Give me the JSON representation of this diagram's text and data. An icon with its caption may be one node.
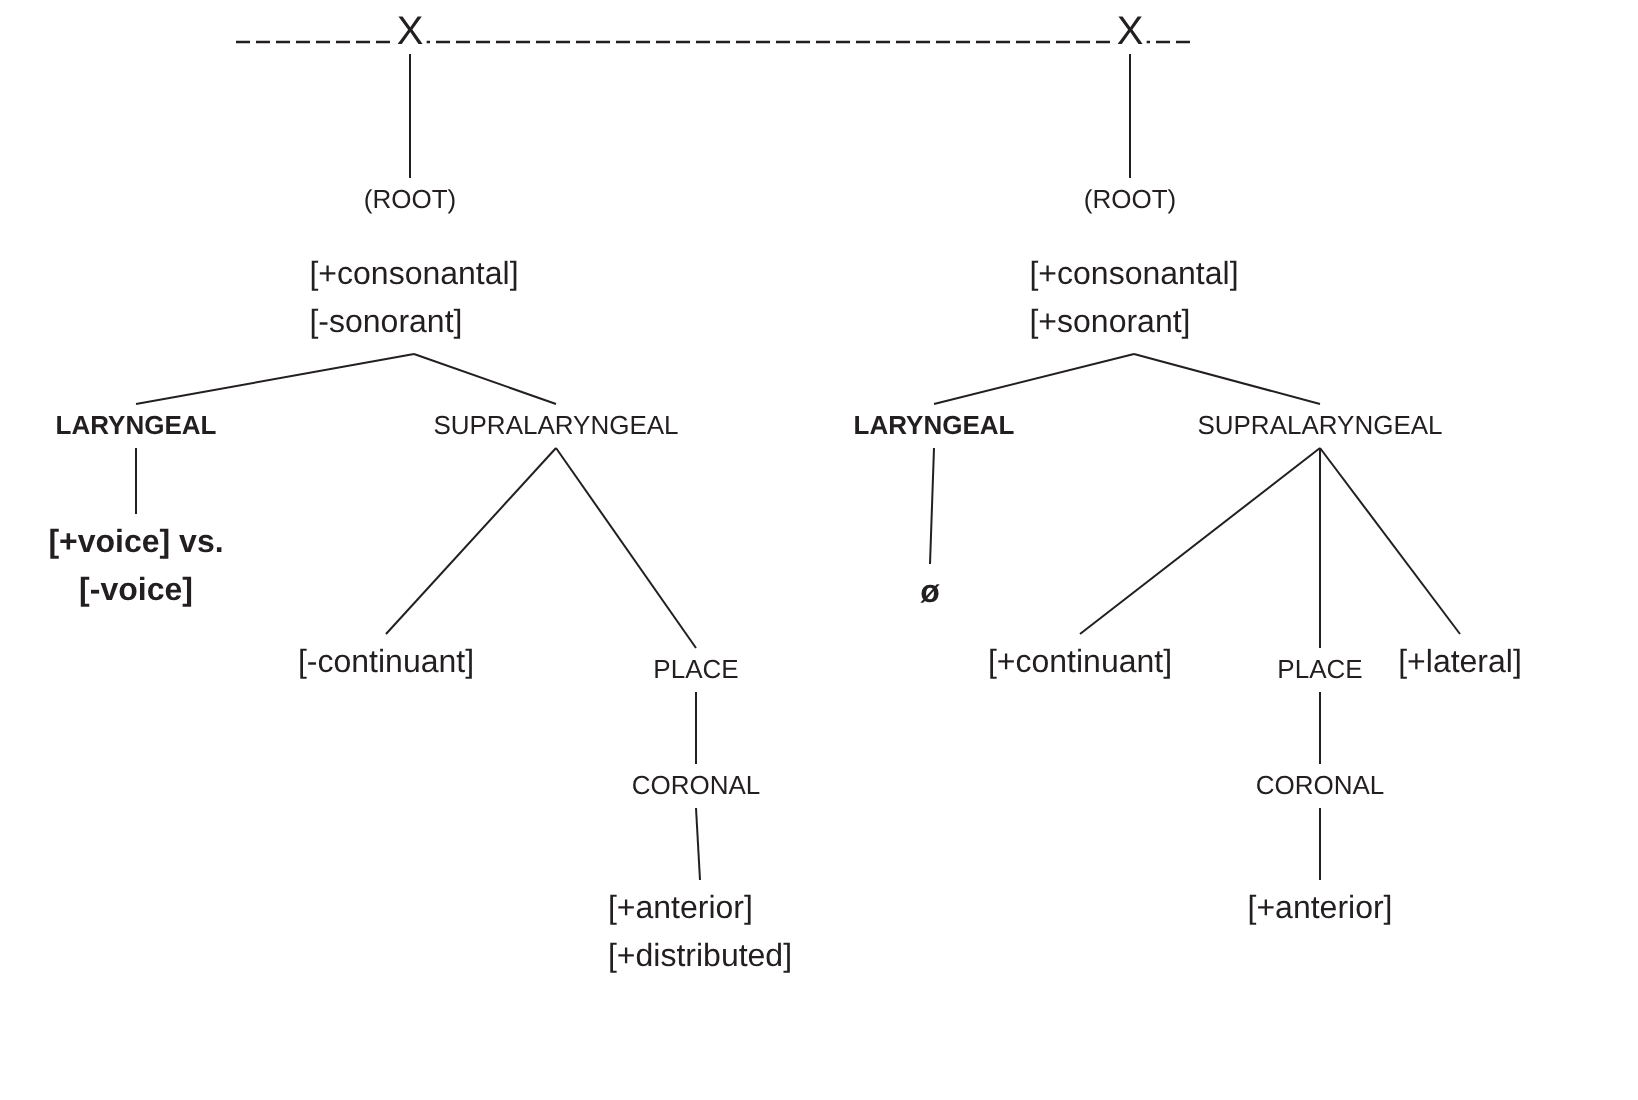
{
  "diagram": {
    "nodes": [
      {
        "text": [
          "X"
        ]
      },
      {
        "text": [
          "(ROOT)"
        ]
      },
      {
        "text": [
          "[+consonantal]",
          "[-sonorant]"
        ]
      },
      {
        "text": [
          "LARYNGEAL"
        ]
      },
      {
        "text": [
          "SUPRALARYNGEAL"
        ]
      },
      {
        "text": [
          "[+voice] vs. [-voice]"
        ]
      },
      {
        "text": [
          "[-continuant]"
        ]
      },
      {
        "text": [
          "PLACE"
        ]
      },
      {
        "text": [
          "CORONAL"
        ]
      },
      {
        "text": [
          "[+anterior]",
          "[+distributed]"
        ]
      },
      {
        "text": [
          "X"
        ]
      },
      {
        "text": [
          "(ROOT)"
        ]
      },
      {
        "text": [
          "[+consonantal]",
          "[+sonorant]"
        ]
      },
      {
        "text": [
          "LARYNGEAL"
        ]
      },
      {
        "text": [
          "SUPRALARYNGEAL"
        ]
      },
      {
        "text": [
          "ø"
        ]
      },
      {
        "text": [
          "[+continuant]"
        ]
      },
      {
        "text": [
          "PLACE"
        ]
      },
      {
        "text": [
          "[+lateral]"
        ]
      },
      {
        "text": [
          "CORONAL"
        ]
      },
      {
        "text": [
          "[+anterior]"
        ]
      }
    ],
    "edges": [
      {
        "from": 0,
        "to": 1,
        "arrow": "none"
      },
      {
        "from": 2,
        "to": 3,
        "arrow": "none"
      },
      {
        "from": 2,
        "to": 4,
        "arrow": "none"
      },
      {
        "from": 3,
        "to": 5,
        "arrow": "none"
      },
      {
        "from": 4,
        "to": 6,
        "arrow": "none"
      },
      {
        "from": 4,
        "to": 7,
        "arrow": "none"
      },
      {
        "from": 7,
        "to": 8,
        "arrow": "none"
      },
      {
        "from": 8,
        "to": 9,
        "arrow": "none"
      },
      {
        "from": 10,
        "to": 11,
        "arrow": "none"
      },
      {
        "from": 12,
        "to": 13,
        "arrow": "none"
      },
      {
        "from": 12,
        "to": 14,
        "arrow": "none"
      },
      {
        "from": 13,
        "to": 15,
        "arrow": "none"
      },
      {
        "from": 14,
        "to": 16,
        "arrow": "none"
      },
      {
        "from": 14,
        "to": 17,
        "arrow": "none"
      },
      {
        "from": 14,
        "to": 18,
        "arrow": "none"
      },
      {
        "from": 17,
        "to": 19,
        "arrow": "none"
      },
      {
        "from": 19,
        "to": 20,
        "arrow": "none"
      }
    ]
  }
}
